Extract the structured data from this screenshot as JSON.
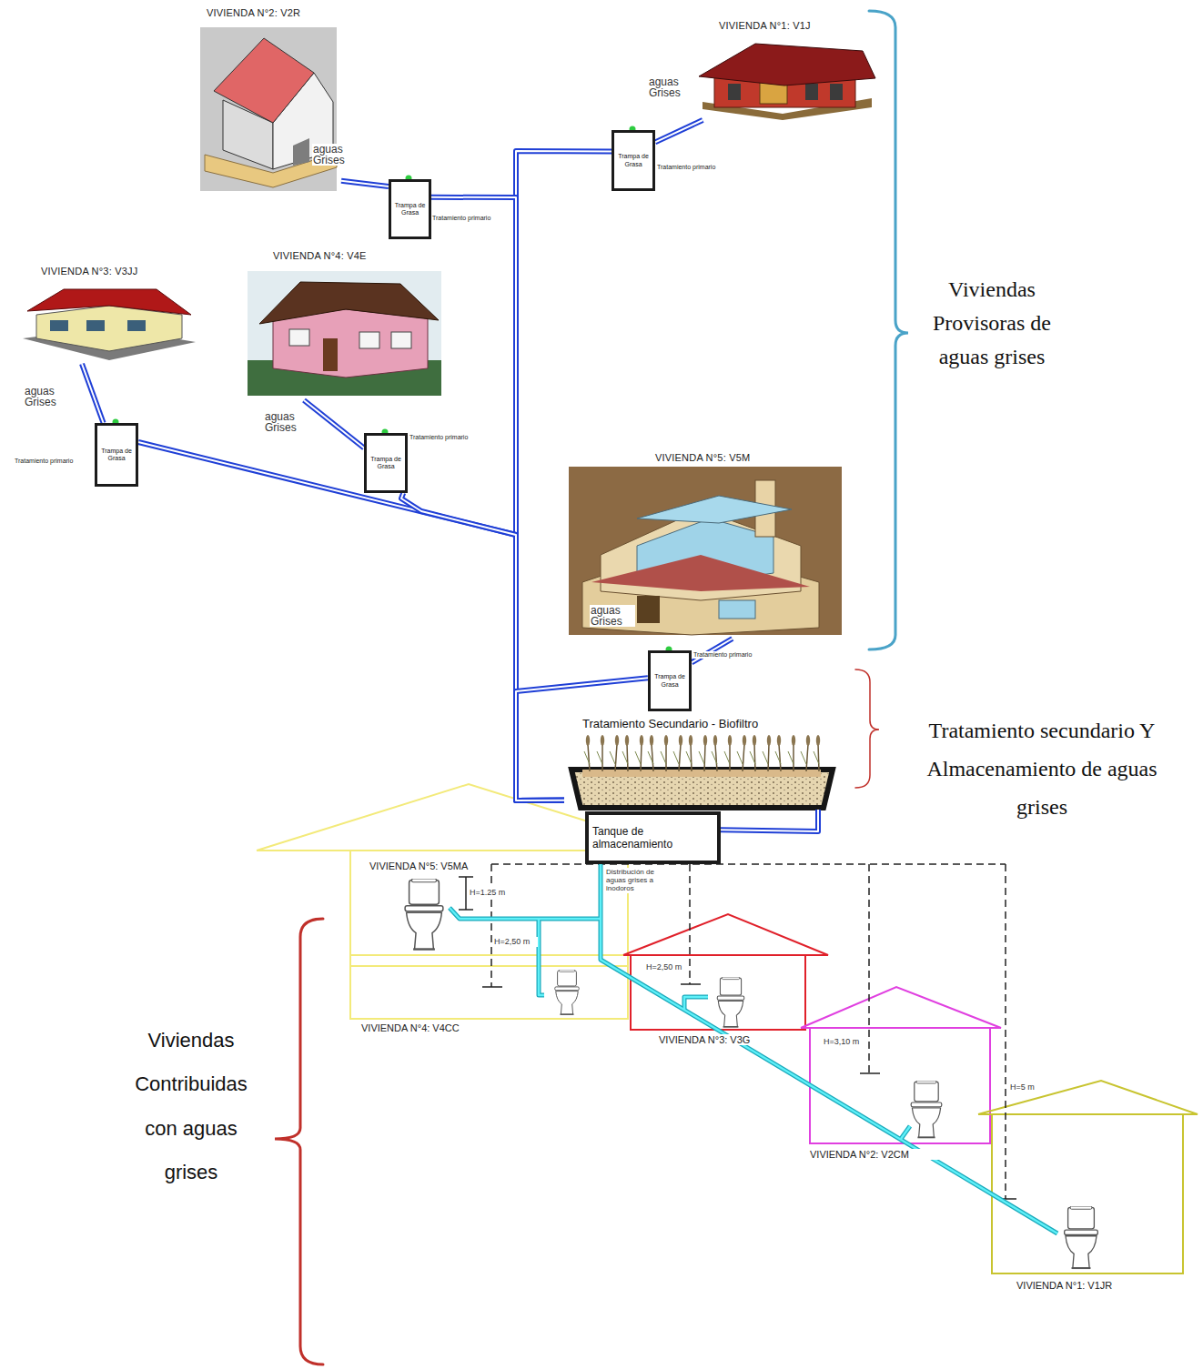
{
  "diagram": {
    "nodes": [
      {
        "text": [
          "VIVIENDA N°2: V2R"
        ]
      },
      {
        "text": [
          "VIVIENDA N°1: V1J"
        ]
      },
      {
        "text": [
          "Trampa de Grasa"
        ]
      },
      {
        "text": [
          "Trampa de Grasa"
        ]
      },
      {
        "text": [
          "VIVIENDA N°3: V3JJ"
        ]
      },
      {
        "text": [
          "VIVIENDA N°4: V4E"
        ]
      },
      {
        "text": [
          "Trampa de Grasa"
        ]
      },
      {
        "text": [
          "Trampa de Grasa"
        ]
      },
      {
        "text": [
          "VIVIENDA N°5: V5M"
        ]
      },
      {
        "text": [
          "Trampa de Grasa"
        ]
      },
      {
        "text": [
          "Tratamiento Secundario - Biofiltro"
        ]
      },
      {
        "text": [
          "Tanque de almacenamiento"
        ]
      },
      {
        "text": [
          "VIVIENDA N°5: V5MA"
        ]
      },
      {
        "text": [
          "VIVIENDA N°4: V4CC"
        ]
      },
      {
        "text": [
          "VIVIENDA N°3: V3G"
        ]
      },
      {
        "text": [
          "VIVIENDA N°2: V2CM"
        ]
      },
      {
        "text": [
          "VIVIENDA N°1: V1JR"
        ]
      }
    ],
    "edges": [
      {
        "from": 0,
        "to": 3,
        "label": "aguas Grises",
        "arrow": "none"
      },
      {
        "from": 1,
        "to": 2,
        "label": "aguas Grises",
        "arrow": "none"
      },
      {
        "from": 4,
        "to": 6,
        "label": "aguas Grises",
        "arrow": "none"
      },
      {
        "from": 5,
        "to": 7,
        "label": "aguas Grises",
        "arrow": "none"
      },
      {
        "from": 8,
        "to": 9,
        "label": "aguas Grises",
        "arrow": "none"
      },
      {
        "from": 2,
        "to": 10,
        "arrow": "none"
      },
      {
        "from": 3,
        "to": 10,
        "arrow": "none"
      },
      {
        "from": 6,
        "to": 10,
        "arrow": "none"
      },
      {
        "from": 7,
        "to": 10,
        "arrow": "none"
      },
      {
        "from": 9,
        "to": 10,
        "arrow": "none"
      },
      {
        "from": 10,
        "to": 11,
        "arrow": "none"
      }
    ],
    "labels": [
      "Tratamiento primario",
      "Tratamiento primario",
      "Tratamiento primario",
      "Tratamiento primario",
      "Tratamiento primario",
      "Distribución de aguas grises a inodoros",
      "H=1.25 m",
      "H=2,50 m",
      "H=2,50 m",
      "H=3,10 m",
      "H=5 m",
      "Viviendas Provisoras de aguas grises",
      "Tratamiento secundario Y Almacenamiento de aguas grises",
      "Viviendas Contribuidas con aguas grises"
    ]
  }
}
